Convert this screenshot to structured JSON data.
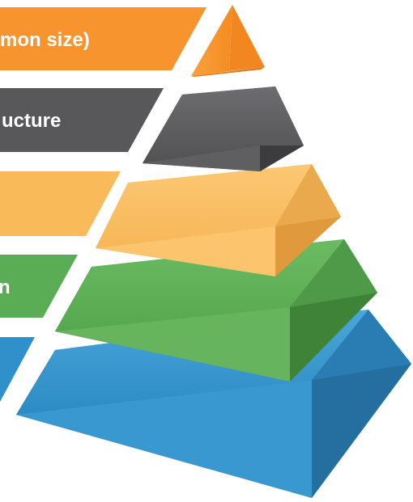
{
  "colors": {
    "orange": "#f7942e",
    "gray": "#58585a",
    "gold": "#f9bb5a",
    "green": "#5aad55",
    "blue": "#3090c9"
  },
  "bands": [
    {
      "label": "mon size)",
      "color": "orange"
    },
    {
      "label": "ucture",
      "color": "gray"
    },
    {
      "label": "",
      "color": "gold"
    },
    {
      "label": "n",
      "color": "green"
    },
    {
      "label": "",
      "color": "blue"
    }
  ]
}
